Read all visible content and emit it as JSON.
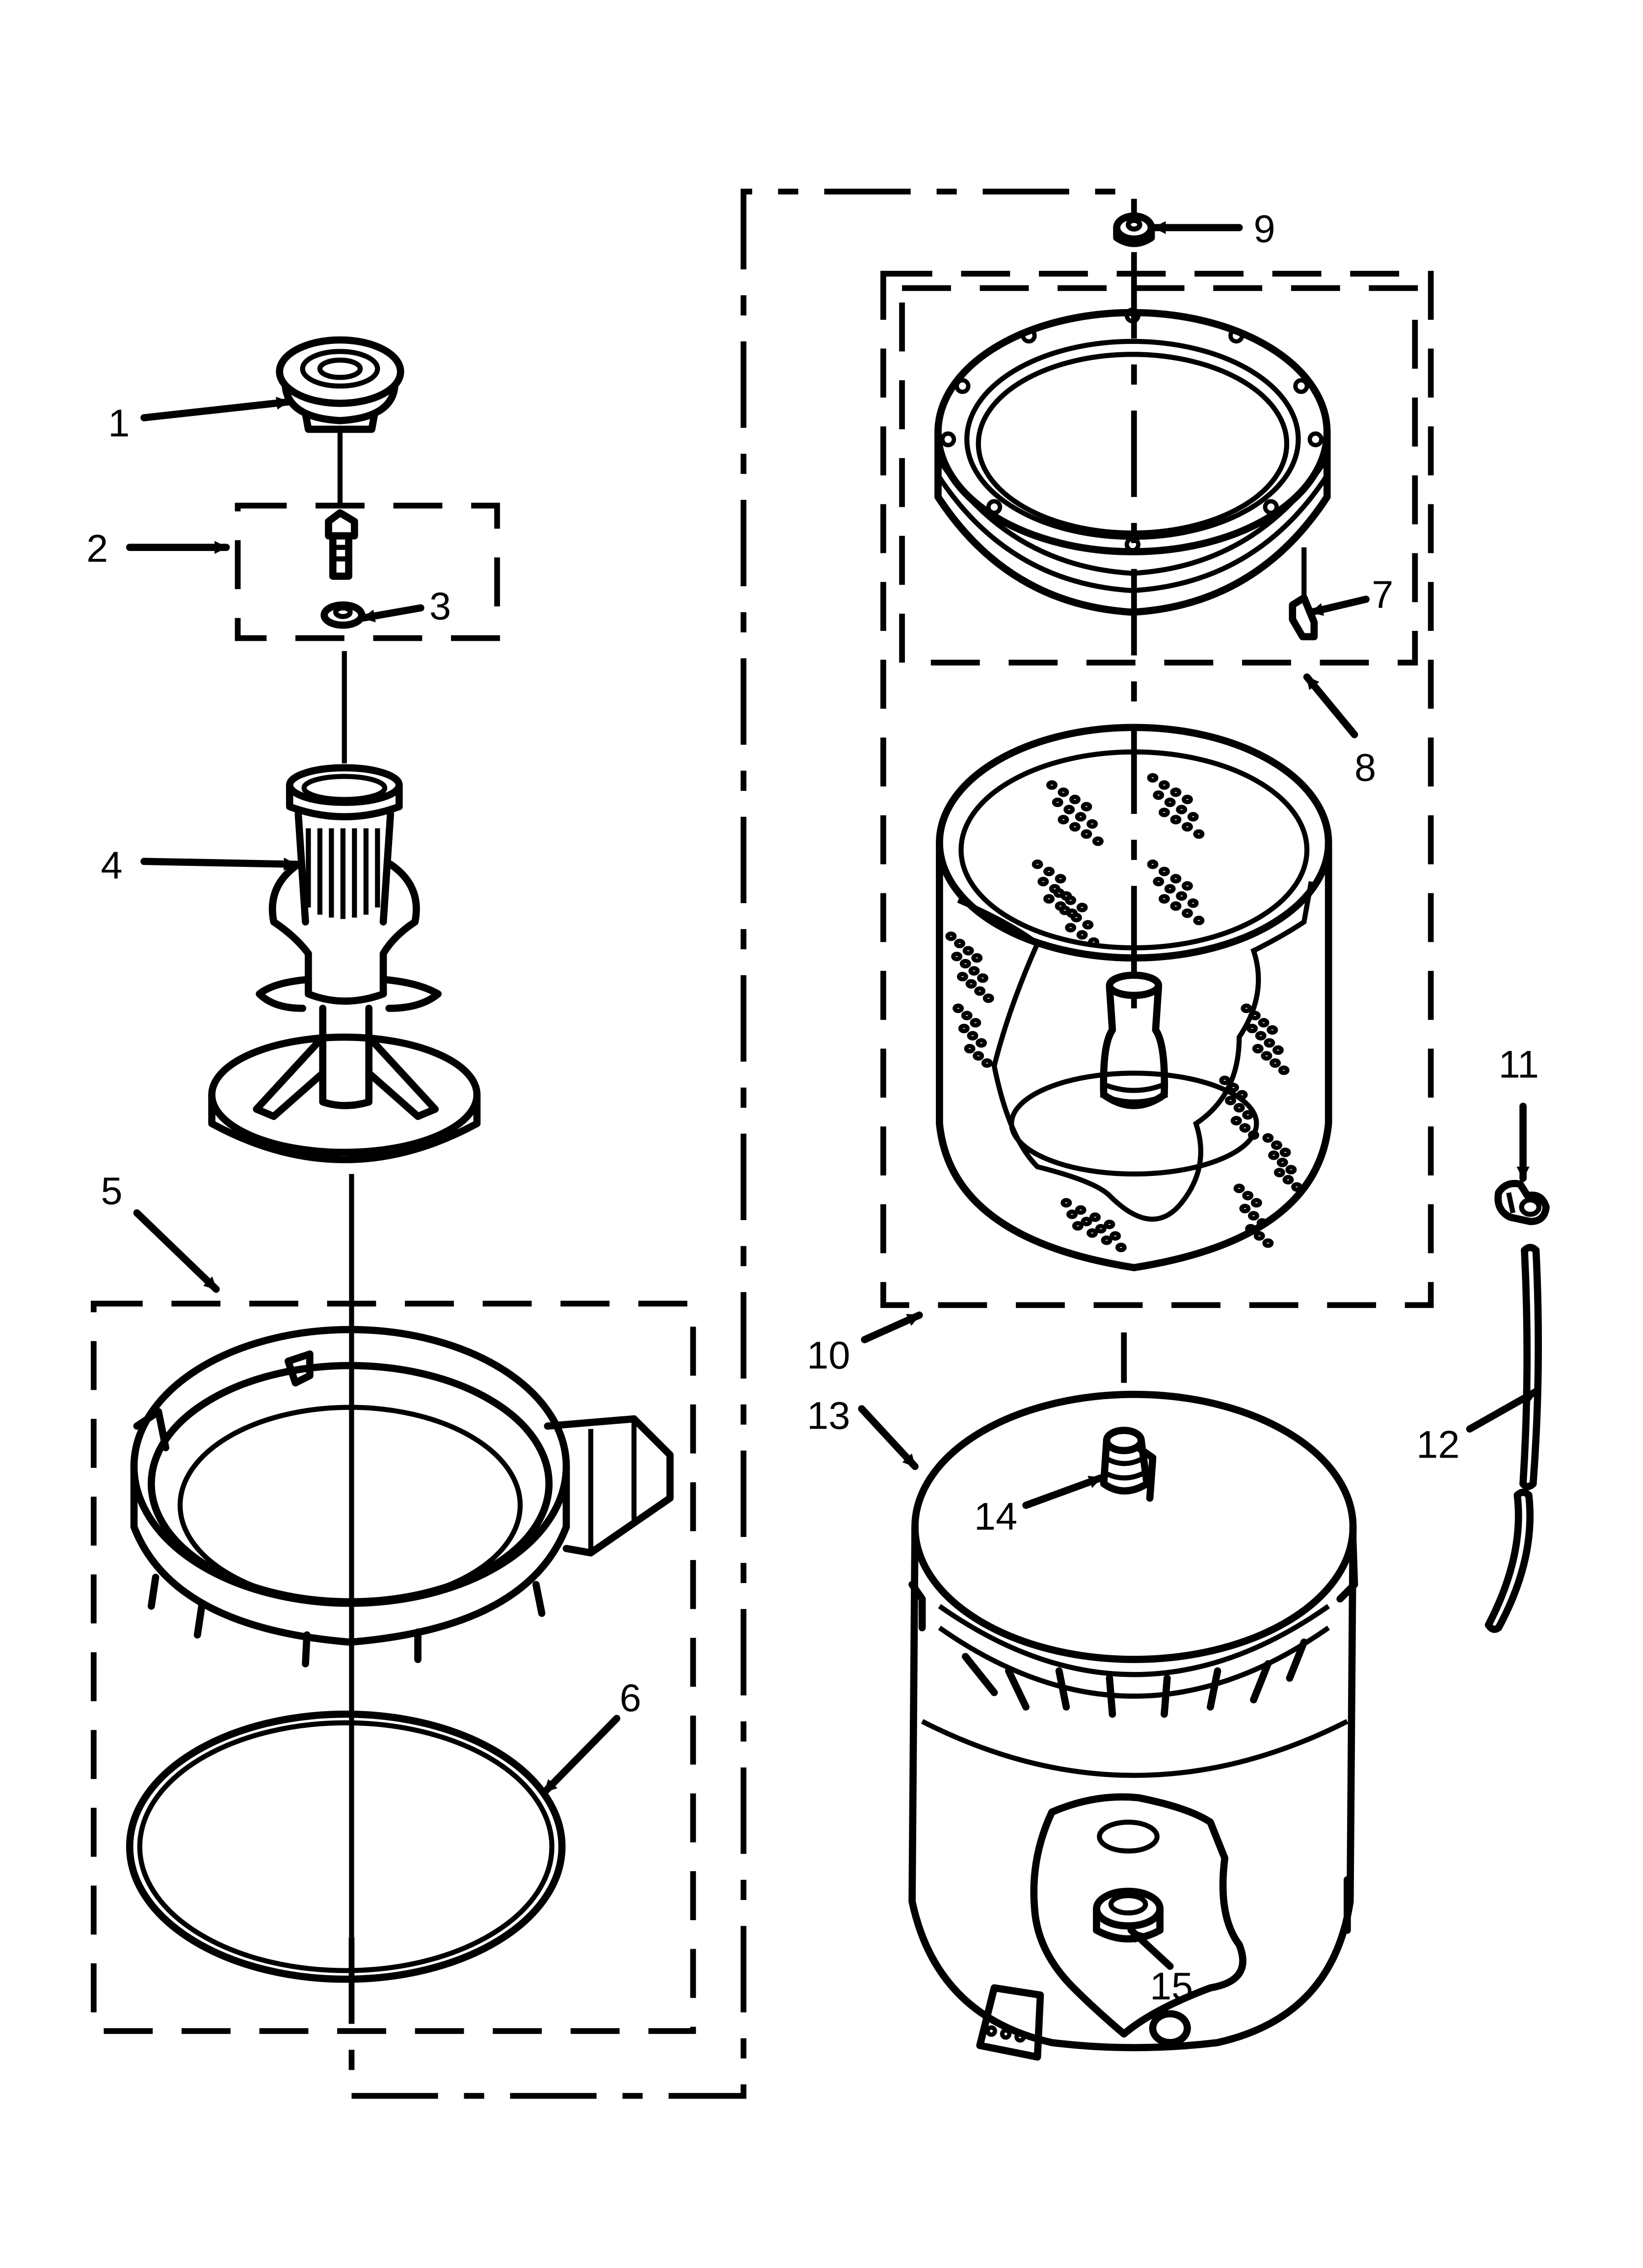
{
  "callouts": [
    {
      "id": "c1",
      "number": "1"
    },
    {
      "id": "c2",
      "number": "2"
    },
    {
      "id": "c3",
      "number": "3"
    },
    {
      "id": "c4",
      "number": "4"
    },
    {
      "id": "c5",
      "number": "5"
    },
    {
      "id": "c6",
      "number": "6"
    },
    {
      "id": "c7",
      "number": "7"
    },
    {
      "id": "c8",
      "number": "8"
    },
    {
      "id": "c9",
      "number": "9"
    },
    {
      "id": "c10",
      "number": "10"
    },
    {
      "id": "c11",
      "number": "11"
    },
    {
      "id": "c12",
      "number": "12"
    },
    {
      "id": "c13",
      "number": "13"
    },
    {
      "id": "c14",
      "number": "14"
    },
    {
      "id": "c15",
      "number": "15"
    }
  ]
}
